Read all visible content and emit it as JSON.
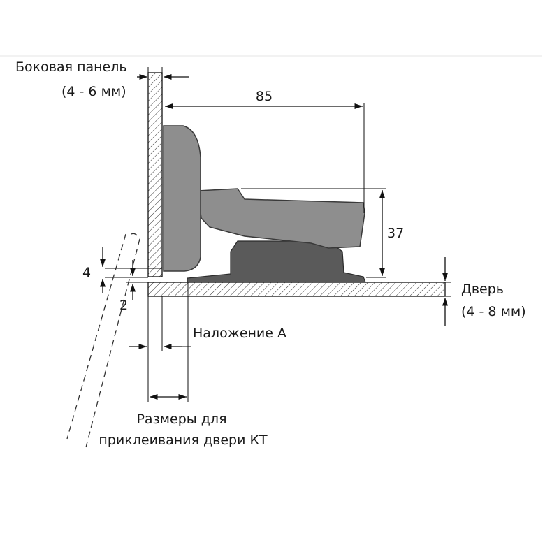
{
  "labels": {
    "side_panel": "Боковая панель",
    "side_panel_thickness": "(4 - 6 мм)",
    "door": "Дверь",
    "door_thickness": "(4 - 8 мм)",
    "overlay": "Наложение А",
    "glue_line1": "Размеры для",
    "glue_line2": "приклеивания двери КТ"
  },
  "dimensions": {
    "width": "85",
    "height": "37",
    "gap_4": "4",
    "gap_2": "2"
  },
  "colors": {
    "hinge_body": "#8e8e8e",
    "hinge_outline": "#3a3a3a",
    "hinge_base": "#5a5a5a",
    "lines": "#111111"
  }
}
